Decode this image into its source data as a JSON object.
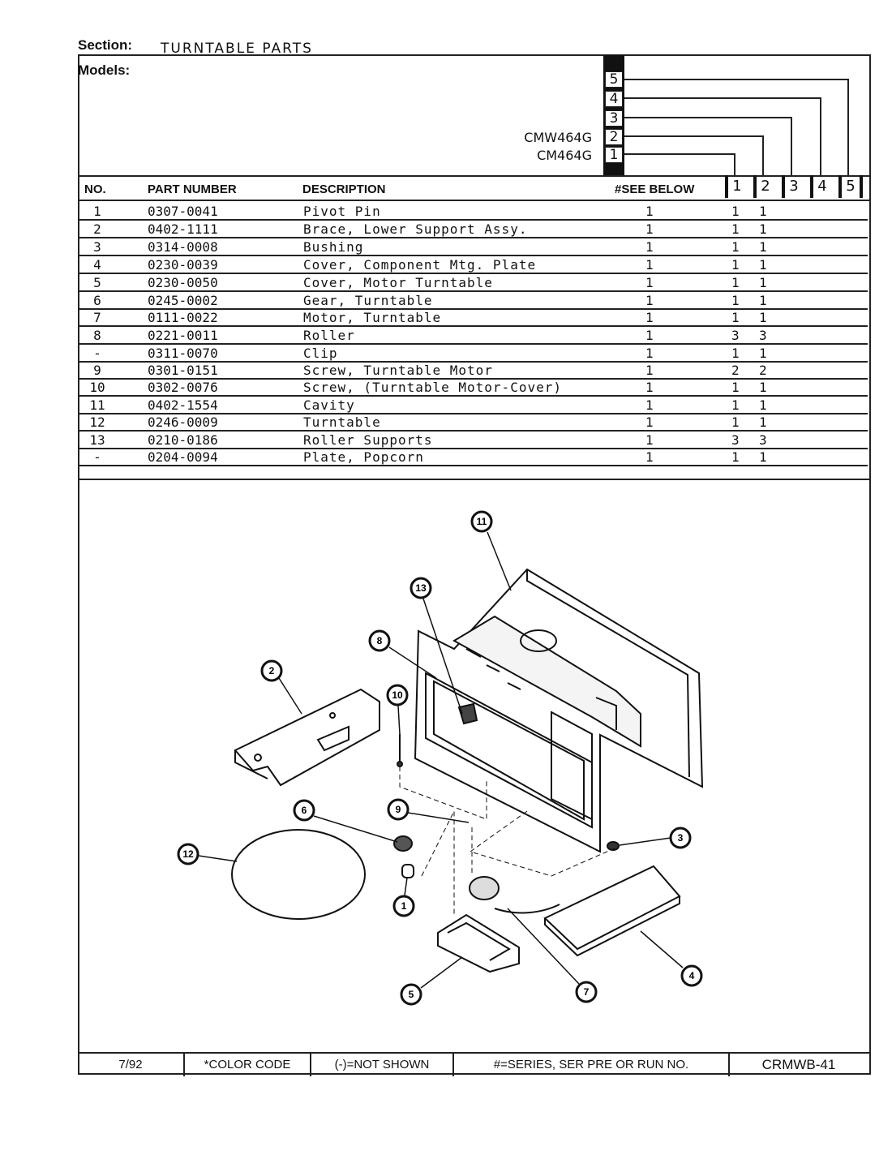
{
  "header": {
    "section_label": "Section:",
    "section_value": "TURNTABLE PARTS",
    "models_label": "Models:"
  },
  "models": [
    {
      "name": "CM464G",
      "box": "1"
    },
    {
      "name": "CMW464G",
      "box": "2"
    },
    {
      "name": "",
      "box": "3"
    },
    {
      "name": "",
      "box": "4"
    },
    {
      "name": "",
      "box": "5"
    }
  ],
  "columns": {
    "no": "NO.",
    "part_number": "PART NUMBER",
    "description": "DESCRIPTION",
    "see_below": "#SEE BELOW",
    "model_cols": [
      "1",
      "2",
      "3",
      "4",
      "5"
    ]
  },
  "parts": [
    {
      "no": "1",
      "part_number": "0307-0041",
      "description": "Pivot Pin",
      "see_below": "1",
      "m1": "1",
      "m2": "1"
    },
    {
      "no": "2",
      "part_number": "0402-1111",
      "description": "Brace, Lower Support Assy.",
      "see_below": "1",
      "m1": "1",
      "m2": "1"
    },
    {
      "no": "3",
      "part_number": "0314-0008",
      "description": "Bushing",
      "see_below": "1",
      "m1": "1",
      "m2": "1"
    },
    {
      "no": "4",
      "part_number": "0230-0039",
      "description": "Cover, Component Mtg. Plate",
      "see_below": "1",
      "m1": "1",
      "m2": "1"
    },
    {
      "no": "5",
      "part_number": "0230-0050",
      "description": "Cover, Motor Turntable",
      "see_below": "1",
      "m1": "1",
      "m2": "1"
    },
    {
      "no": "6",
      "part_number": "0245-0002",
      "description": "Gear, Turntable",
      "see_below": "1",
      "m1": "1",
      "m2": "1"
    },
    {
      "no": "7",
      "part_number": "0111-0022",
      "description": "Motor, Turntable",
      "see_below": "1",
      "m1": "1",
      "m2": "1"
    },
    {
      "no": "8",
      "part_number": "0221-0011",
      "description": "Roller",
      "see_below": "1",
      "m1": "3",
      "m2": "3"
    },
    {
      "no": "-",
      "part_number": "0311-0070",
      "description": "Clip",
      "see_below": "1",
      "m1": "1",
      "m2": "1"
    },
    {
      "no": "9",
      "part_number": "0301-0151",
      "description": "Screw, Turntable Motor",
      "see_below": "1",
      "m1": "2",
      "m2": "2"
    },
    {
      "no": "10",
      "part_number": "0302-0076",
      "description": "Screw, (Turntable Motor-Cover)",
      "see_below": "1",
      "m1": "1",
      "m2": "1"
    },
    {
      "no": "11",
      "part_number": "0402-1554",
      "description": "Cavity",
      "see_below": "1",
      "m1": "1",
      "m2": "1"
    },
    {
      "no": "12",
      "part_number": "0246-0009",
      "description": "Turntable",
      "see_below": "1",
      "m1": "1",
      "m2": "1"
    },
    {
      "no": "13",
      "part_number": "0210-0186",
      "description": "Roller Supports",
      "see_below": "1",
      "m1": "3",
      "m2": "3"
    },
    {
      "no": "-",
      "part_number": "0204-0094",
      "description": "Plate, Popcorn",
      "see_below": "1",
      "m1": "1",
      "m2": "1"
    }
  ],
  "diagram": {
    "callouts": [
      "11",
      "13",
      "8",
      "2",
      "10",
      "6",
      "9",
      "12",
      "1",
      "3",
      "5",
      "7",
      "4"
    ]
  },
  "footer": {
    "date": "7/92",
    "color_code": "*COLOR CODE",
    "not_shown": "(-)=NOT SHOWN",
    "series": "#=SERIES, SER PRE OR RUN NO.",
    "page_code": "CRMWB-41"
  }
}
